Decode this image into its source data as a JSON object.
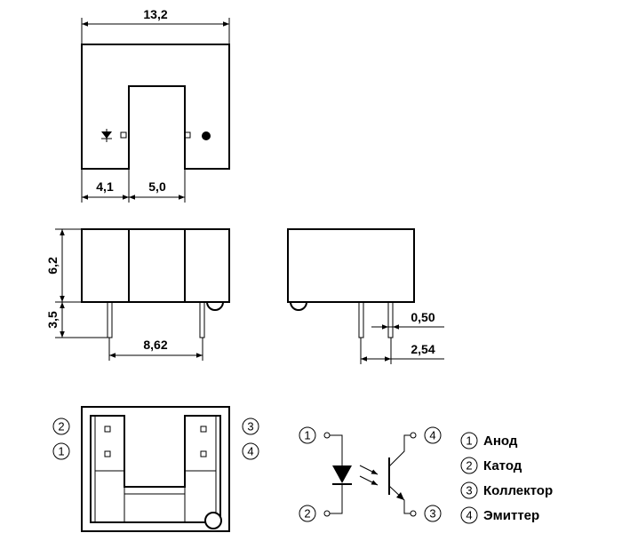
{
  "dimensions": {
    "width_total": "13,2",
    "left_offset": "4,1",
    "slot_width": "5,0",
    "body_height": "6,2",
    "pin_length": "3,5",
    "pin_spacing": "8,62",
    "pin_thickness": "0,50",
    "pin_pitch": "2,54"
  },
  "pin_markers": {
    "p1": "1",
    "p2": "2",
    "p3": "3",
    "p4": "4"
  },
  "legend": [
    {
      "num": "1",
      "label": "Анод"
    },
    {
      "num": "2",
      "label": "Катод"
    },
    {
      "num": "3",
      "label": "Коллектор"
    },
    {
      "num": "4",
      "label": "Эмиттер"
    }
  ]
}
